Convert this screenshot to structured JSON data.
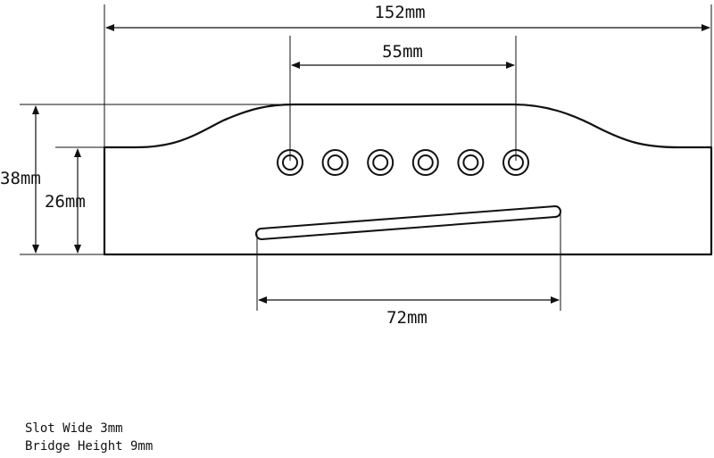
{
  "dimensions": {
    "overall_length": "152mm",
    "pin_span": "55mm",
    "total_height": "38mm",
    "wing_height": "26mm",
    "slot_length": "72mm"
  },
  "notes": {
    "slot_width": "Slot Wide 3mm",
    "bridge_height": "Bridge Height 9mm"
  },
  "pin_holes": {
    "count": 6
  },
  "colors": {
    "line": "#111111",
    "background": "#ffffff"
  }
}
